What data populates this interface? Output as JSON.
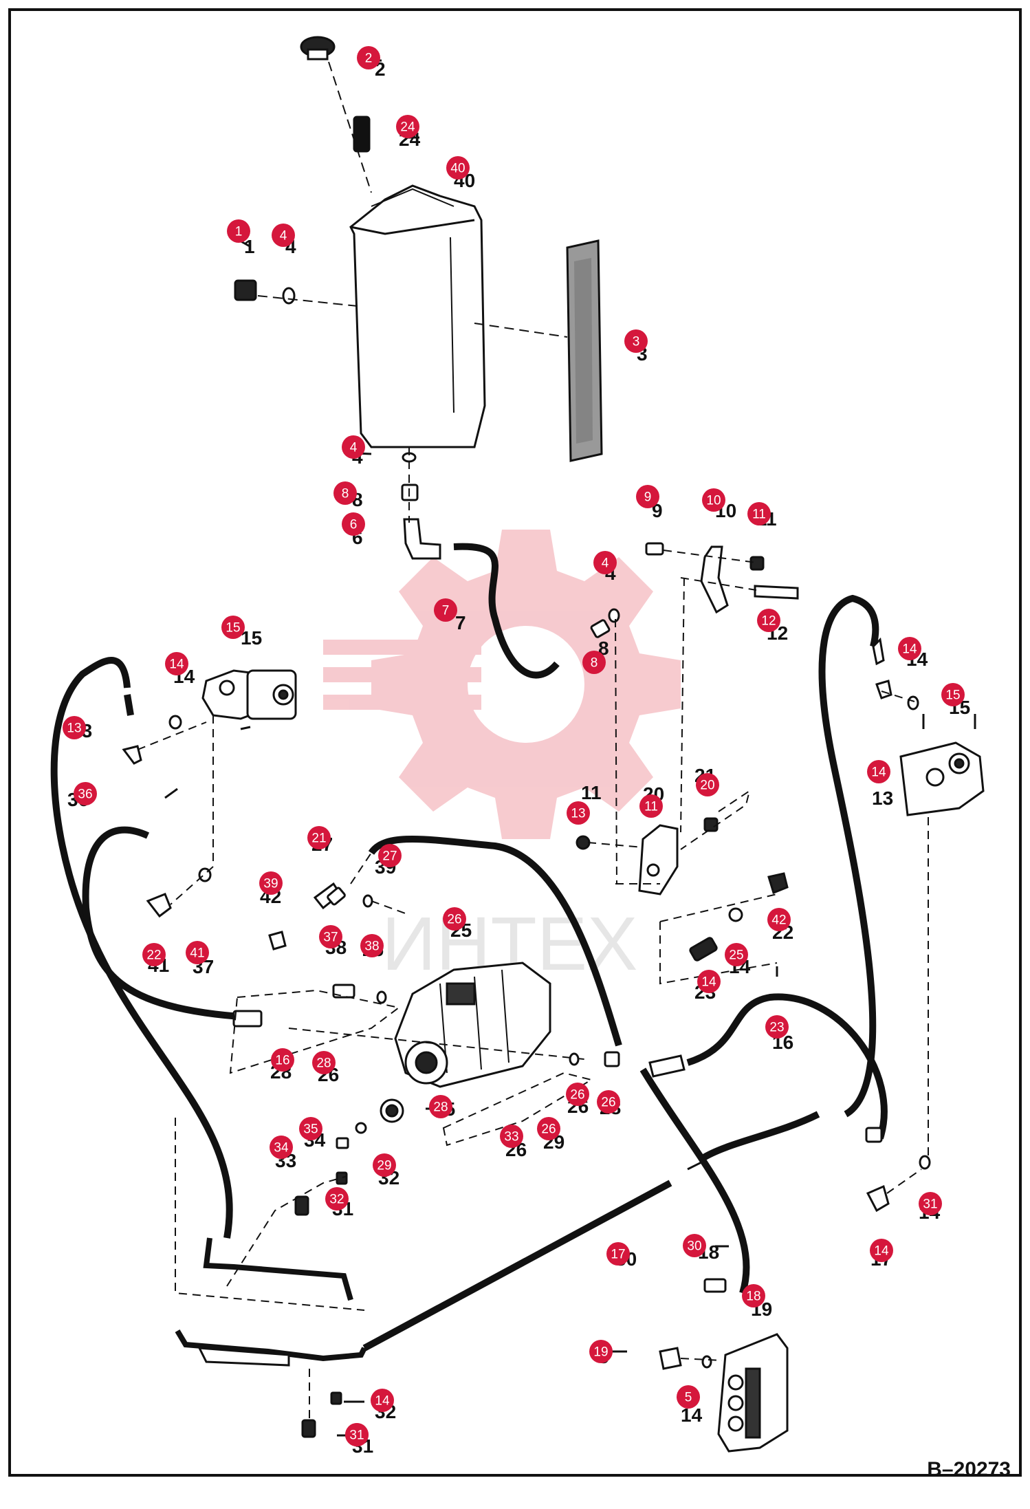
{
  "drawing_number": "B–20273",
  "watermark_text": "ИНТЕХ",
  "colors": {
    "callout": "#d5173c",
    "line": "#111111",
    "watermark": "#f4b9bf",
    "watermark_text": "#dcdcdc"
  },
  "callouts": [
    {
      "label": "2"
    },
    {
      "label": "24"
    },
    {
      "label": "40"
    },
    {
      "label": "1"
    },
    {
      "label": "4"
    },
    {
      "label": "3"
    },
    {
      "label": "4"
    },
    {
      "label": "8"
    },
    {
      "label": "6"
    },
    {
      "label": "9"
    },
    {
      "label": "10"
    },
    {
      "label": "11"
    },
    {
      "label": "4"
    },
    {
      "label": "7"
    },
    {
      "label": "8"
    },
    {
      "label": "12"
    },
    {
      "label": "15"
    },
    {
      "label": "14"
    },
    {
      "label": "13"
    },
    {
      "label": "36"
    },
    {
      "label": "14"
    },
    {
      "label": "15"
    },
    {
      "label": "14"
    },
    {
      "label": "13"
    },
    {
      "label": "11"
    },
    {
      "label": "20"
    },
    {
      "label": "21"
    },
    {
      "label": "27"
    },
    {
      "label": "39"
    },
    {
      "label": "42"
    },
    {
      "label": "22"
    },
    {
      "label": "41"
    },
    {
      "label": "37"
    },
    {
      "label": "38"
    },
    {
      "label": "26"
    },
    {
      "label": "25"
    },
    {
      "label": "14"
    },
    {
      "label": "23"
    },
    {
      "label": "16"
    },
    {
      "label": "28"
    },
    {
      "label": "26"
    },
    {
      "label": "26"
    },
    {
      "label": "28"
    },
    {
      "label": "35"
    },
    {
      "label": "34"
    },
    {
      "label": "33"
    },
    {
      "label": "26"
    },
    {
      "label": "29"
    },
    {
      "label": "32"
    },
    {
      "label": "31"
    },
    {
      "label": "14"
    },
    {
      "label": "17"
    },
    {
      "label": "30"
    },
    {
      "label": "18"
    },
    {
      "label": "19"
    },
    {
      "label": "5"
    },
    {
      "label": "14"
    },
    {
      "label": "32"
    },
    {
      "label": "31"
    }
  ]
}
